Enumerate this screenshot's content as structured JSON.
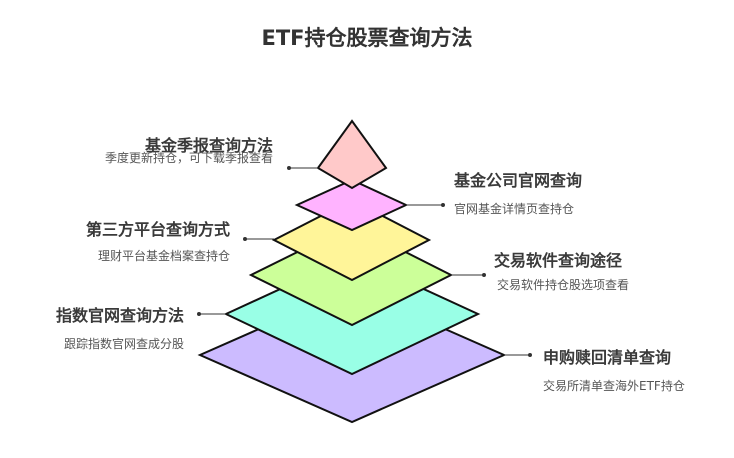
{
  "title": "ETF持仓股票查询方法",
  "layers": [
    {
      "title": "基金季报查询方法",
      "desc": "季度更新持仓，可下载季报查看",
      "color": "#ffc9c9",
      "side": "left"
    },
    {
      "title": "基金公司官网查询",
      "desc": "官网基金详情页查持仓",
      "color": "#ffb3ff",
      "side": "right"
    },
    {
      "title": "第三方平台查询方式",
      "desc": "理财平台基金档案查持仓",
      "color": "#fff599",
      "side": "left"
    },
    {
      "title": "交易软件查询途径",
      "desc": "交易软件持仓股选项查看",
      "color": "#ccff99",
      "side": "right"
    },
    {
      "title": "指数官网查询方法",
      "desc": "跟踪指数官网查成分股",
      "color": "#99ffe6",
      "side": "left"
    },
    {
      "title": "申购赎回清单查询",
      "desc": "交易所清单查海外ETF持仓",
      "color": "#ccbbff",
      "side": "right"
    }
  ]
}
